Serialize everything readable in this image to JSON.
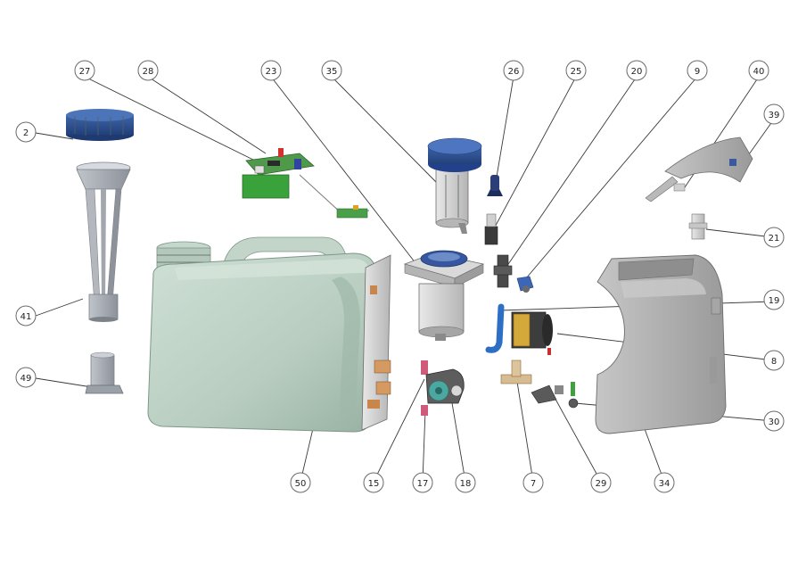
{
  "callouts": {
    "c2": "2",
    "c27": "27",
    "c28": "28",
    "c23": "23",
    "c35": "35",
    "c26": "26",
    "c25": "25",
    "c20": "20",
    "c9": "9",
    "c40": "40",
    "c39": "39",
    "c21": "21",
    "c19": "19",
    "c8": "8",
    "c30": "30",
    "c41": "41",
    "c49": "49",
    "c50": "50",
    "c15": "15",
    "c17": "17",
    "c18": "18",
    "c7": "7",
    "c29": "29",
    "c34": "34"
  },
  "colors": {
    "tank": "#b9cfc2",
    "tank_shadow": "#8fa99a",
    "cap_blue": "#2e4f8e",
    "funnel_grey": "#a4a8b0",
    "housing_grey": "#b3b3b3",
    "pcb_green": "#3a8c3a",
    "hose_blue": "#2d6fc4",
    "valve_yellow": "#c9a23a",
    "pump_teal": "#4aa8a0",
    "fitting_tan": "#d6bc92"
  }
}
